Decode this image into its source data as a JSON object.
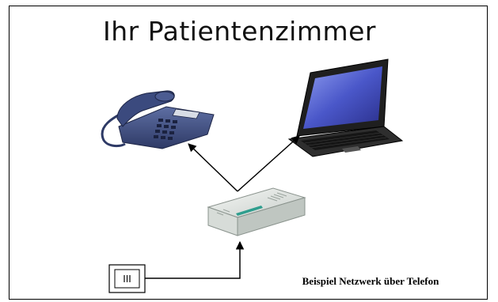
{
  "diagram": {
    "title": "Ihr Patientenzimmer",
    "caption": "Beispiel Netzwerk über Telefon",
    "socket_label": "III",
    "nodes": [
      {
        "id": "telephone",
        "icon": "desk-telephone-icon",
        "color": "#3a4a7a"
      },
      {
        "id": "laptop",
        "icon": "laptop-icon",
        "color": "#2b2b2b"
      },
      {
        "id": "router",
        "icon": "network-splitter-icon",
        "color": "#e8ece8"
      },
      {
        "id": "wall-socket",
        "icon": "phone-wall-socket-icon",
        "color": "#ffffff"
      }
    ],
    "edges": [
      {
        "from": "wall-socket",
        "to": "router"
      },
      {
        "from": "router",
        "to": "telephone"
      },
      {
        "from": "router",
        "to": "laptop"
      }
    ]
  }
}
